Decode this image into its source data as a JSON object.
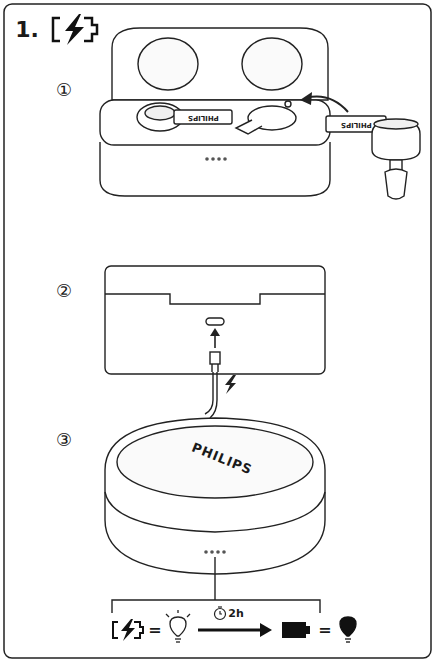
{
  "diagram": {
    "title": "1.",
    "labels": [
      "①",
      "PHILIPS",
      "PHILIPS",
      "②",
      "③",
      "PHILIPS",
      "=",
      "2h",
      "="
    ]
  }
}
